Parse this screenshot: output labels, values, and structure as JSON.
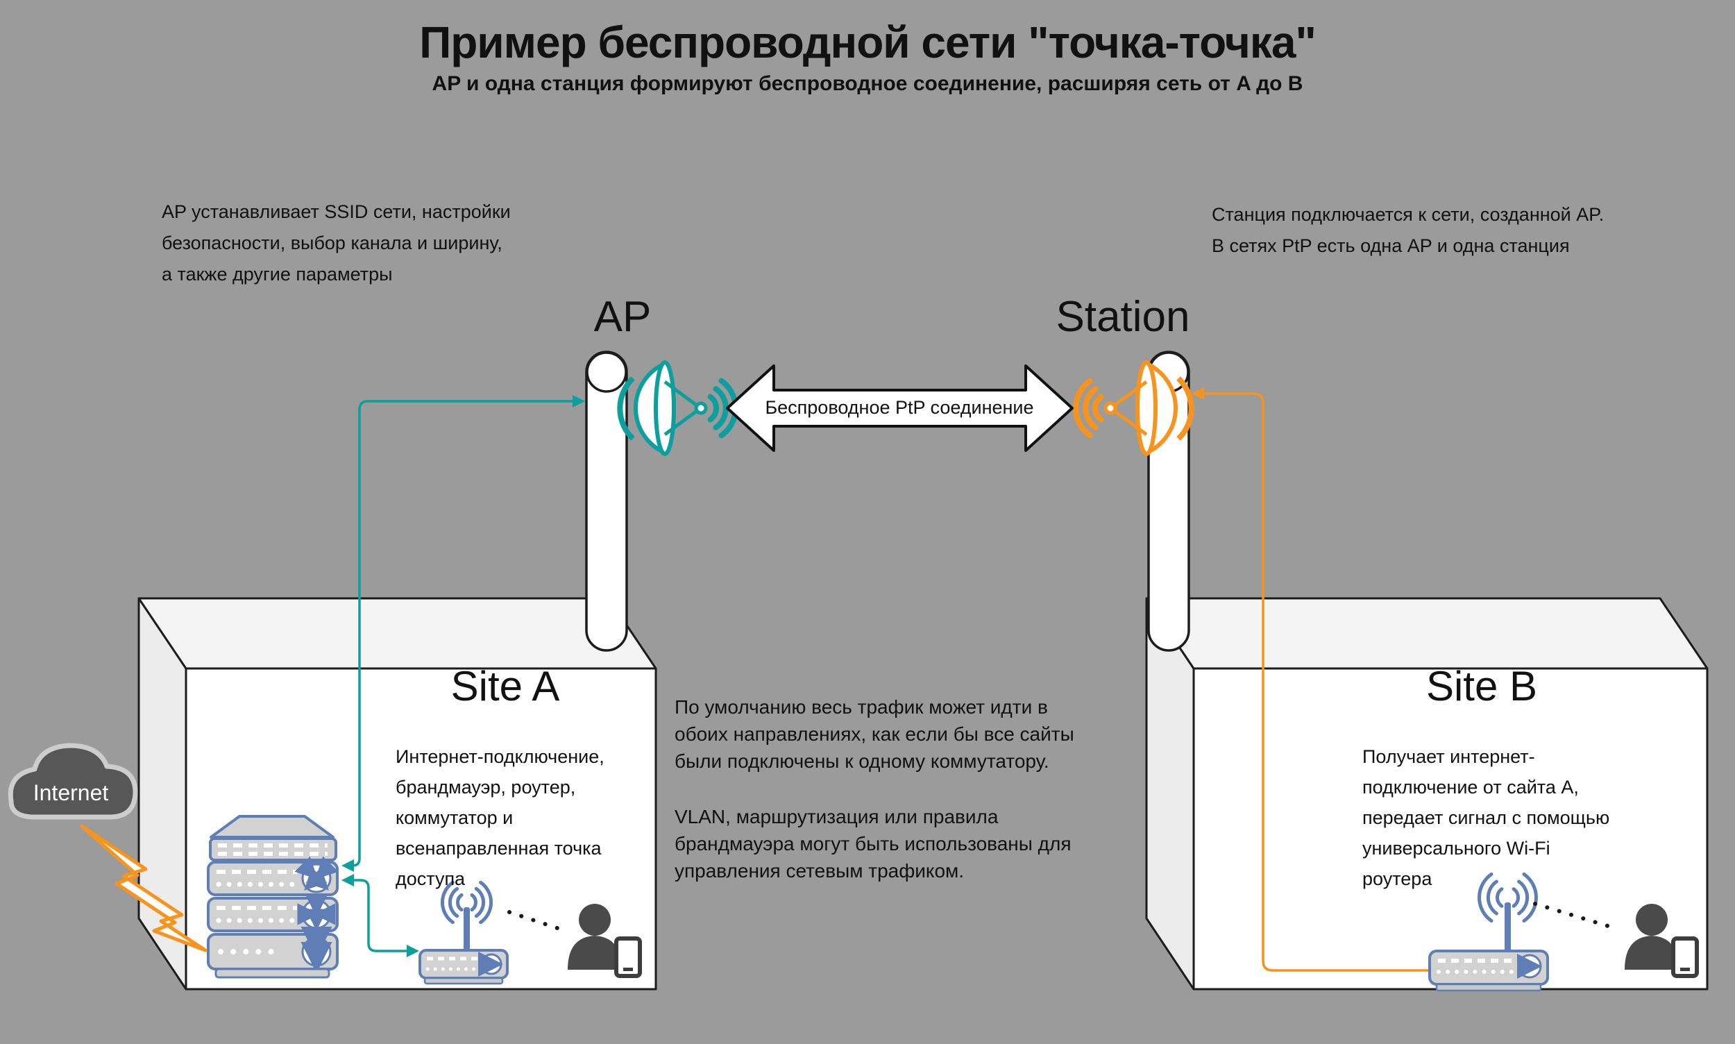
{
  "header": {
    "title": "Пример беспроводной сети \"точка-точка\"",
    "subtitle": "AP и одна станция формируют беспроводное соединение, расширяя сеть от A до B"
  },
  "annotations": {
    "ap_note": "AP устанавливает SSID сети, настройки\nбезопасности,  выбор канала и ширину,\nа также другие параметры",
    "station_note": "Станция подключается к сети, созданной AP.\nВ сетях PtP есть одна AP и одна станция",
    "traffic_default": "По умолчанию весь трафик может идти в\nобоих направлениях, как если бы все сайты\nбыли подключены к одному коммутатору.",
    "traffic_control": "VLAN, маршрутизация или правила\nбрандмауэра могут быть использованы для\nуправления сетевым трафиком."
  },
  "nodes": {
    "ap": {
      "label": "AP"
    },
    "station": {
      "label": "Station"
    },
    "link": {
      "label": "Беспроводное PtP соединение"
    },
    "internet": {
      "label": "Internet"
    }
  },
  "site_a": {
    "title": "Site A",
    "description": "Интернет-подключение,\nбрандмауэр, роутер,\nкоммутатор и\nвсенаправленная точка\nдоступа"
  },
  "site_b": {
    "title": "Site B",
    "description": "Получает интернет-\nподключение от сайта A,\nпередает сигнал с помощью\nуниверсального Wi-Fi\nроутера"
  },
  "colors": {
    "background": "#9b9b9b",
    "ap_accent": "#0d9e9e",
    "station_accent": "#f7941d",
    "device_blue": "#5f7eb5",
    "cloud_gray": "#575757",
    "person_gray": "#4a4a4a"
  }
}
